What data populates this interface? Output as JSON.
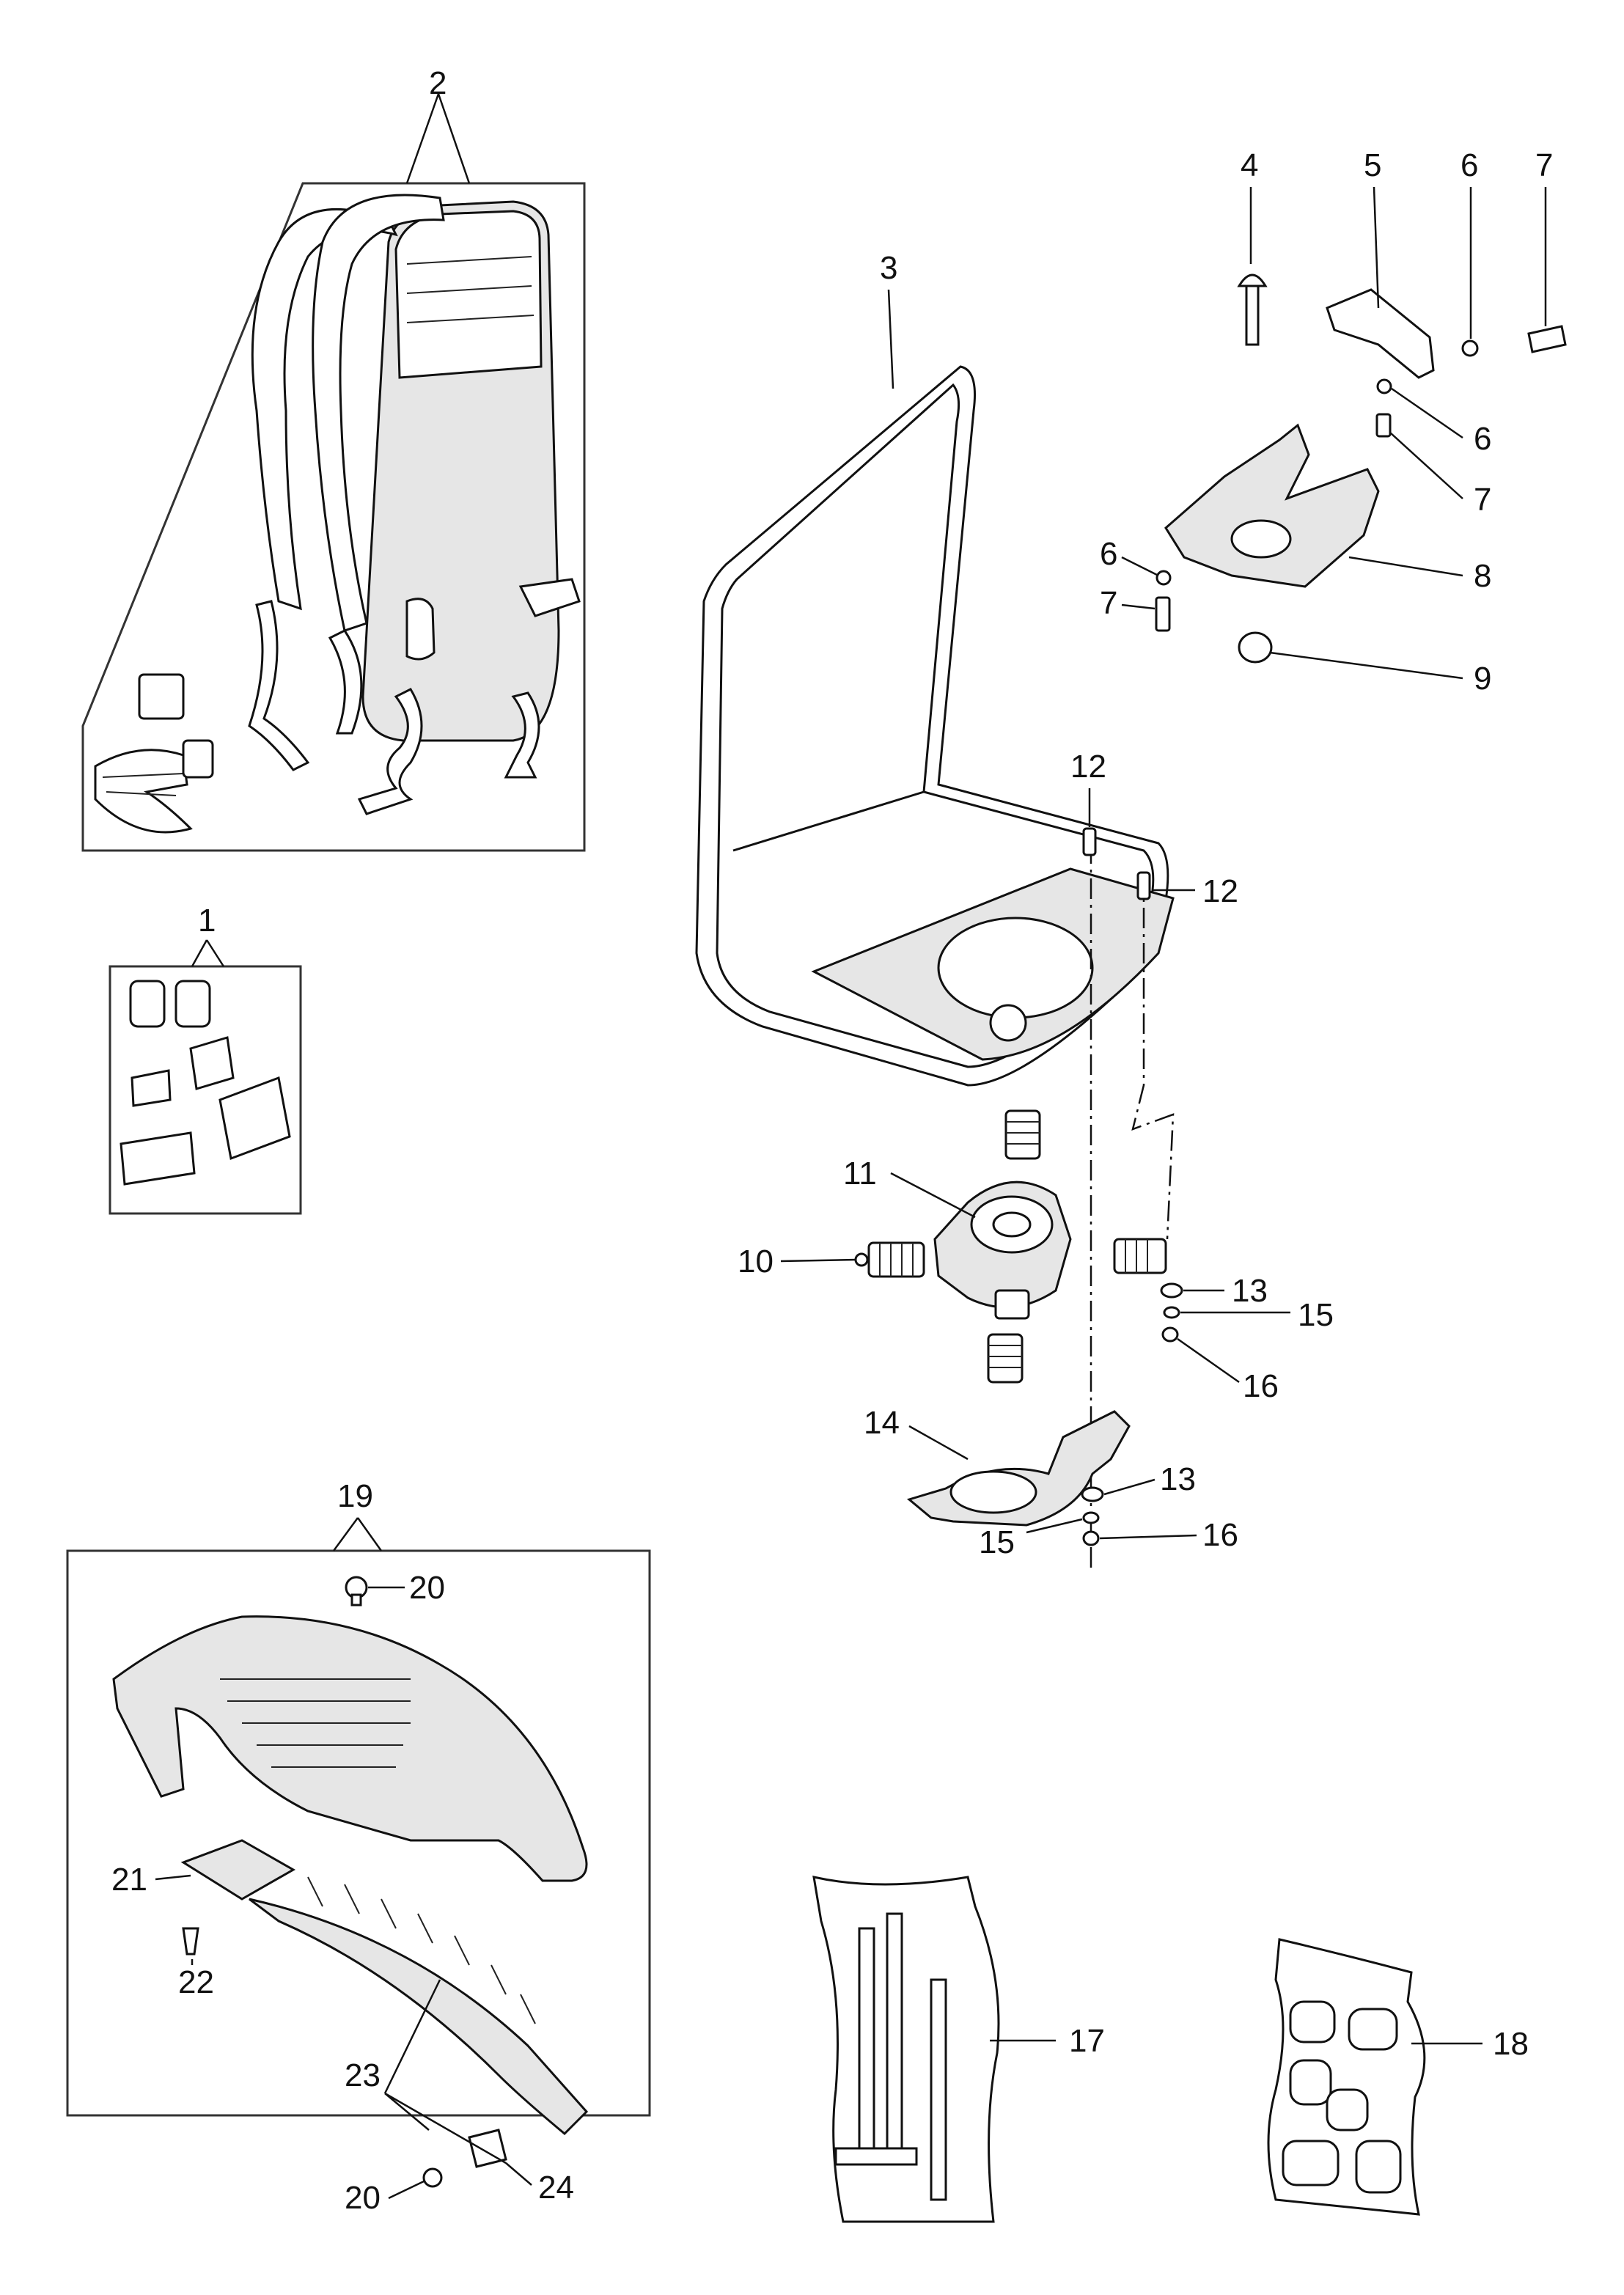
{
  "labels": {
    "l1": "1",
    "l2": "2",
    "l3": "3",
    "l4": "4",
    "l5": "5",
    "l6a": "6",
    "l6b": "6",
    "l6c": "6",
    "l7a": "7",
    "l7b": "7",
    "l7c": "7",
    "l8": "8",
    "l9": "9",
    "l10": "10",
    "l11": "11",
    "l12a": "12",
    "l12b": "12",
    "l13a": "13",
    "l13b": "13",
    "l14": "14",
    "l15a": "15",
    "l15b": "15",
    "l16a": "16",
    "l16b": "16",
    "l17": "17",
    "l18": "18",
    "l19": "19",
    "l20a": "20",
    "l20b": "20",
    "l21": "21",
    "l22": "22",
    "l23": "23",
    "l24": "24"
  }
}
